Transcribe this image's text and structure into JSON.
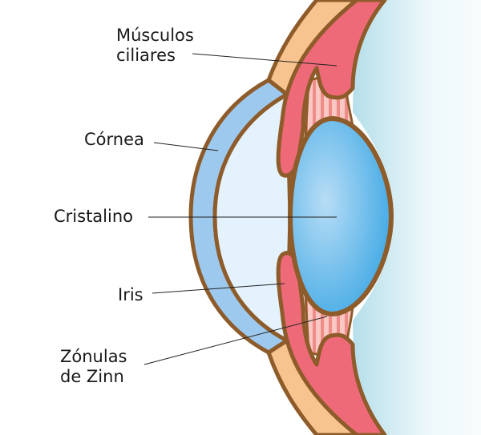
{
  "labels": {
    "ciliary_line1": "Músculos",
    "ciliary_line2": "ciliares",
    "cornea": "Córnea",
    "lens": "Cristalino",
    "iris": "Iris",
    "zonules_line1": "Zónulas",
    "zonules_line2": "de Zinn"
  },
  "colors": {
    "outline": "#8E5B2A",
    "sclera": "#F7C48F",
    "cornea": "#9DC9EF",
    "anterior_chamber": "#E3F2FC",
    "ciliary_muscle": "#EE6A78",
    "zonules": "#F6B2B0",
    "lens_edge": "#3FA8E4",
    "lens_center": "#B8DDF6",
    "vitreous": "#BFE3EC"
  }
}
